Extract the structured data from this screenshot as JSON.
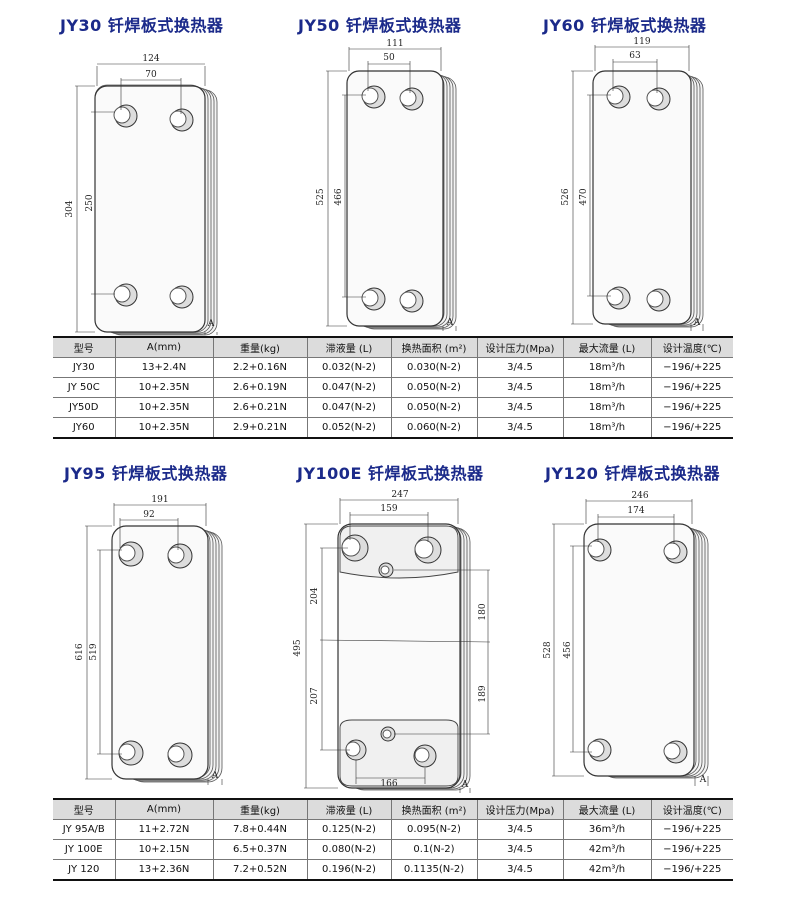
{
  "section1": {
    "titles": [
      "JY30 钎焊板式换热器",
      "JY50 钎焊板式换热器",
      "JY60 钎焊板式换热器"
    ],
    "diagrams": [
      {
        "width": "124",
        "port_spacing": "70",
        "height": "304",
        "port_height": "250",
        "plate_label": "A"
      },
      {
        "width": "111",
        "port_spacing": "50",
        "height": "525",
        "port_height": "466",
        "plate_label": "A"
      },
      {
        "width": "119",
        "port_spacing": "63",
        "height": "526",
        "port_height": "470",
        "plate_label": "A"
      }
    ],
    "table": {
      "headers": [
        "型号",
        "A(mm)",
        "重量(kg)",
        "滞液量 (L)",
        "换热面积 (m²)",
        "设计压力(Mpa)",
        "最大流量 (L)",
        "设计温度(℃)"
      ],
      "rows": [
        [
          "JY30",
          "13+2.4N",
          "2.2+0.16N",
          "0.032(N-2)",
          "0.030(N-2)",
          "3/4.5",
          "18m³/h",
          "−196/+225"
        ],
        [
          "JY 50C",
          "10+2.35N",
          "2.6+0.19N",
          "0.047(N-2)",
          "0.050(N-2)",
          "3/4.5",
          "18m³/h",
          "−196/+225"
        ],
        [
          "JY50D",
          "10+2.35N",
          "2.6+0.21N",
          "0.047(N-2)",
          "0.050(N-2)",
          "3/4.5",
          "18m³/h",
          "−196/+225"
        ],
        [
          "JY60",
          "10+2.35N",
          "2.9+0.21N",
          "0.052(N-2)",
          "0.060(N-2)",
          "3/4.5",
          "18m³/h",
          "−196/+225"
        ]
      ]
    }
  },
  "section2": {
    "titles": [
      "JY95 钎焊板式换热器",
      "JY100E 钎焊板式换热器",
      "JY120 钎焊板式换热器"
    ],
    "diagrams": [
      {
        "width": "191",
        "port_spacing": "92",
        "height": "616",
        "port_height": "519",
        "plate_label": "A"
      },
      {
        "width": "247",
        "port_spacing": "159",
        "height": "495",
        "upper": "204",
        "lower": "207",
        "right_upper": "180",
        "right_lower": "189",
        "bottom": "166",
        "plate_label": "A"
      },
      {
        "width": "246",
        "port_spacing": "174",
        "height": "528",
        "port_height": "456",
        "plate_label": "A"
      }
    ],
    "table": {
      "headers": [
        "型号",
        "A(mm)",
        "重量(kg)",
        "滞液量 (L)",
        "换热面积 (m²)",
        "设计压力(Mpa)",
        "最大流量 (L)",
        "设计温度(℃)"
      ],
      "rows": [
        [
          "JY 95A/B",
          "11+2.72N",
          "7.8+0.44N",
          "0.125(N-2)",
          "0.095(N-2)",
          "3/4.5",
          "36m³/h",
          "−196/+225"
        ],
        [
          "JY 100E",
          "10+2.15N",
          "6.5+0.37N",
          "0.080(N-2)",
          "0.1(N-2)",
          "3/4.5",
          "42m³/h",
          "−196/+225"
        ],
        [
          "JY 120",
          "13+2.36N",
          "7.2+0.52N",
          "0.196(N-2)",
          "0.1135(N-2)",
          "3/4.5",
          "42m³/h",
          "−196/+225"
        ]
      ]
    }
  }
}
